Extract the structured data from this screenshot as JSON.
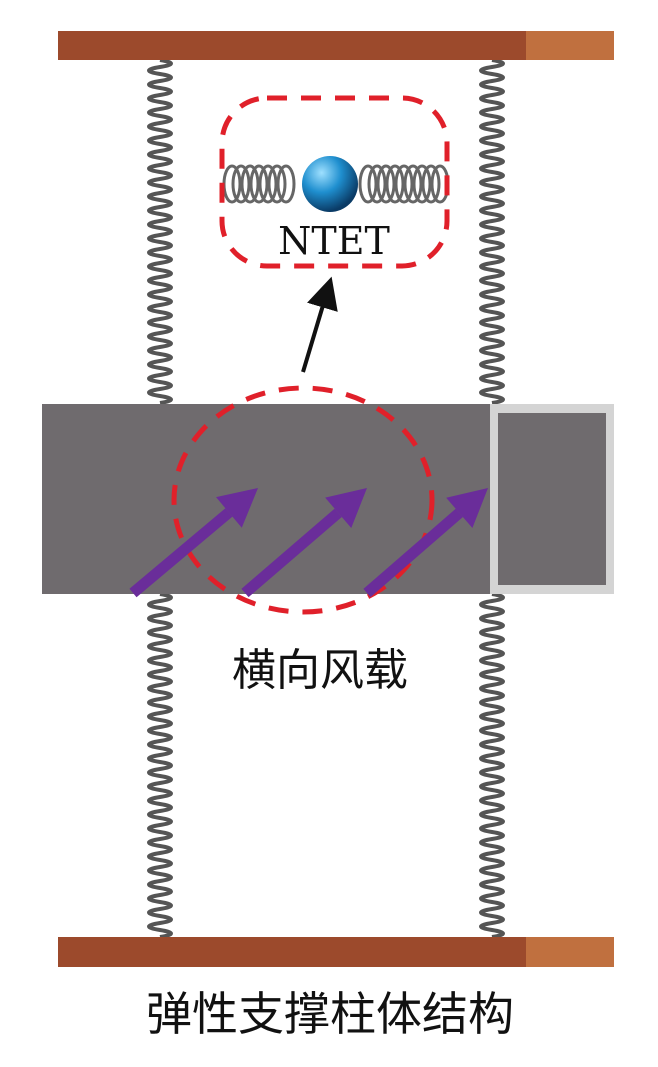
{
  "ntet_label": "NTET",
  "wind_label": "横向风载",
  "structure_label": "弹性支撑柱体结构",
  "colors": {
    "plate": "#9c4a2c",
    "plate_end": "#c0703f",
    "block": "#6f6b6e",
    "dash": "#e0202a",
    "arrow": "#6a2d9a",
    "ball": "#1f8fcf",
    "spring": "#555555"
  }
}
